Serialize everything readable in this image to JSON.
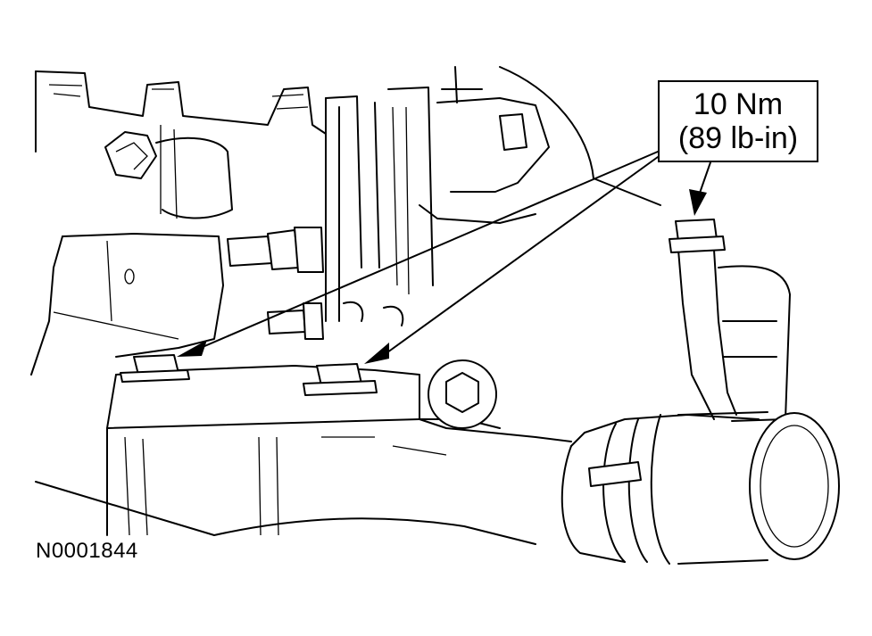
{
  "diagram": {
    "torque_callout": {
      "value_metric": "10 Nm",
      "value_imperial": "(89 lb-in)"
    },
    "figure_id": "N0001844",
    "colors": {
      "line": "#000000",
      "background": "#ffffff"
    },
    "callout_targets": [
      "left-bolt",
      "center-bolt",
      "right-bolt"
    ]
  }
}
